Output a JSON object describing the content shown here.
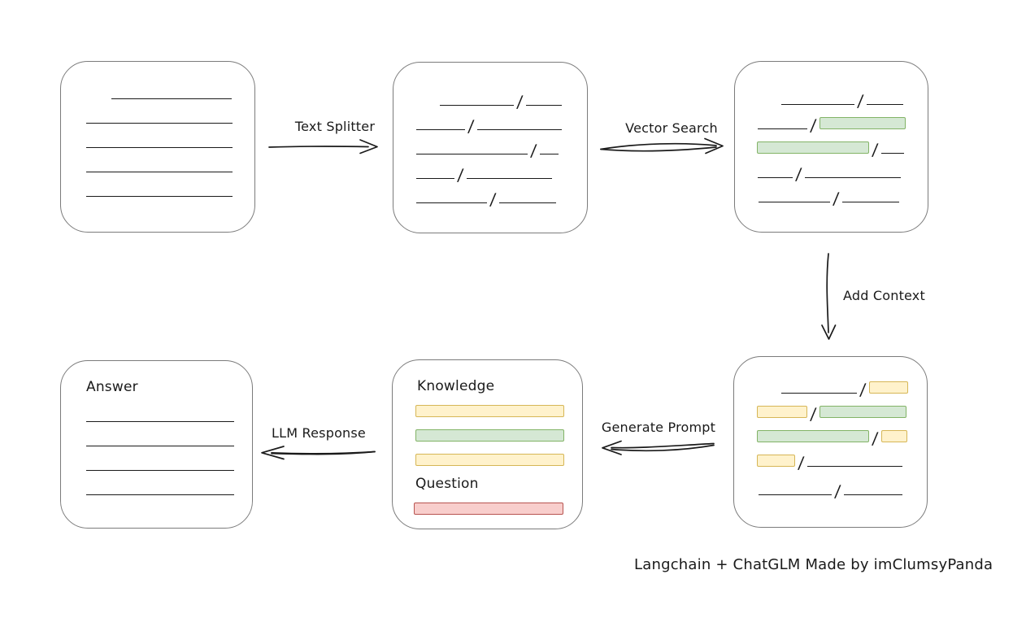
{
  "caption": "Langchain + ChatGLM Made by imClumsyPanda",
  "labels": {
    "text_splitter": "Text Splitter",
    "vector_search": "Vector Search",
    "add_context": "Add Context",
    "generate_prompt": "Generate Prompt",
    "llm_response": "LLM Response"
  },
  "colors": {
    "ink": "#1a1a1a",
    "box-border": "#7b7b7b",
    "green-fill": "#d5e8d4",
    "green-border": "#82b366",
    "yellow-fill": "#fff2cc",
    "yellow-border": "#d6b656",
    "red-fill": "#f8cecc",
    "red-border": "#b85450"
  },
  "boxes": {
    "document": {
      "rows": [
        [
          {
            "t": "gap",
            "w": 62
          },
          {
            "t": "line",
            "w": 148
          }
        ],
        [
          {
            "t": "gap",
            "w": 31
          },
          {
            "t": "line",
            "w": 180
          }
        ],
        [
          {
            "t": "gap",
            "w": 31
          },
          {
            "t": "line",
            "w": 180
          }
        ],
        [
          {
            "t": "gap",
            "w": 31
          },
          {
            "t": "line",
            "w": 180
          }
        ],
        [
          {
            "t": "gap",
            "w": 31
          },
          {
            "t": "line",
            "w": 180
          }
        ]
      ]
    },
    "chunks": {
      "rows": [
        [
          {
            "t": "gap",
            "w": 57
          },
          {
            "t": "line",
            "w": 91
          },
          {
            "t": "slash"
          },
          {
            "t": "line",
            "w": 44
          }
        ],
        [
          {
            "t": "gap",
            "w": 28
          },
          {
            "t": "line",
            "w": 60
          },
          {
            "t": "slash"
          },
          {
            "t": "line",
            "w": 104
          }
        ],
        [
          {
            "t": "gap",
            "w": 28
          },
          {
            "t": "line",
            "w": 137
          },
          {
            "t": "slash"
          },
          {
            "t": "line",
            "w": 23
          }
        ],
        [
          {
            "t": "gap",
            "w": 28
          },
          {
            "t": "line",
            "w": 47
          },
          {
            "t": "slash"
          },
          {
            "t": "line",
            "w": 105
          }
        ],
        [
          {
            "t": "gap",
            "w": 28
          },
          {
            "t": "line",
            "w": 87
          },
          {
            "t": "slash"
          },
          {
            "t": "line",
            "w": 70
          }
        ]
      ]
    },
    "vector_results": {
      "rows": [
        [
          {
            "t": "gap",
            "w": 57
          },
          {
            "t": "line",
            "w": 90
          },
          {
            "t": "slash"
          },
          {
            "t": "line",
            "w": 45
          }
        ],
        [
          {
            "t": "gap",
            "w": 28
          },
          {
            "t": "line",
            "w": 61
          },
          {
            "t": "slash"
          },
          {
            "t": "bar",
            "c": "green",
            "w": 106
          }
        ],
        [
          {
            "t": "gap",
            "w": 27
          },
          {
            "t": "bar",
            "c": "green",
            "w": 138
          },
          {
            "t": "slash"
          },
          {
            "t": "line",
            "w": 28
          }
        ],
        [
          {
            "t": "gap",
            "w": 28
          },
          {
            "t": "line",
            "w": 43
          },
          {
            "t": "slash"
          },
          {
            "t": "line",
            "w": 118
          }
        ],
        [
          {
            "t": "gap",
            "w": 29
          },
          {
            "t": "line",
            "w": 88
          },
          {
            "t": "slash"
          },
          {
            "t": "line",
            "w": 70
          }
        ]
      ]
    },
    "context": {
      "rows": [
        [
          {
            "t": "gap",
            "w": 58
          },
          {
            "t": "line",
            "w": 93
          },
          {
            "t": "slash"
          },
          {
            "t": "bar",
            "c": "yellow",
            "w": 48
          }
        ],
        [
          {
            "t": "gap",
            "w": 28
          },
          {
            "t": "bar",
            "c": "yellow",
            "w": 62
          },
          {
            "t": "slash"
          },
          {
            "t": "bar",
            "c": "green",
            "w": 107
          }
        ],
        [
          {
            "t": "gap",
            "w": 28
          },
          {
            "t": "bar",
            "c": "green",
            "w": 138
          },
          {
            "t": "slash"
          },
          {
            "t": "bar",
            "c": "yellow",
            "w": 32
          }
        ],
        [
          {
            "t": "gap",
            "w": 28
          },
          {
            "t": "bar",
            "c": "yellow",
            "w": 47
          },
          {
            "t": "slash"
          },
          {
            "t": "line",
            "w": 117
          }
        ],
        {
          "mt": 5,
          "segs": [
            {
              "t": "gap",
              "w": 30
            },
            {
              "t": "line",
              "w": 90
            },
            {
              "t": "slash"
            },
            {
              "t": "line",
              "w": 72
            }
          ]
        }
      ]
    },
    "prompt": {
      "rows": [
        [
          {
            "t": "gap",
            "w": 30
          },
          {
            "t": "text",
            "v": "Knowledge"
          }
        ],
        [
          {
            "t": "gap",
            "w": 28
          },
          {
            "t": "bar",
            "c": "yellow",
            "w": 183
          }
        ],
        [
          {
            "t": "gap",
            "w": 28
          },
          {
            "t": "bar",
            "c": "green",
            "w": 183
          }
        ],
        [
          {
            "t": "gap",
            "w": 28
          },
          {
            "t": "bar",
            "c": "yellow",
            "w": 183
          }
        ],
        [
          {
            "t": "gap",
            "w": 28
          },
          {
            "t": "text",
            "v": "Question"
          }
        ],
        [
          {
            "t": "gap",
            "w": 26
          },
          {
            "t": "bar",
            "c": "red",
            "w": 184
          }
        ]
      ]
    },
    "answer": {
      "rows": [
        [
          {
            "t": "gap",
            "w": 31
          },
          {
            "t": "text",
            "v": "Answer"
          }
        ],
        {
          "mt": 5,
          "segs": [
            {
              "t": "gap",
              "w": 31
            },
            {
              "t": "line",
              "w": 182
            }
          ]
        },
        [
          {
            "t": "gap",
            "w": 31
          },
          {
            "t": "line",
            "w": 182
          }
        ],
        [
          {
            "t": "gap",
            "w": 31
          },
          {
            "t": "line",
            "w": 182
          }
        ],
        [
          {
            "t": "gap",
            "w": 31
          },
          {
            "t": "line",
            "w": 182
          }
        ]
      ]
    }
  }
}
